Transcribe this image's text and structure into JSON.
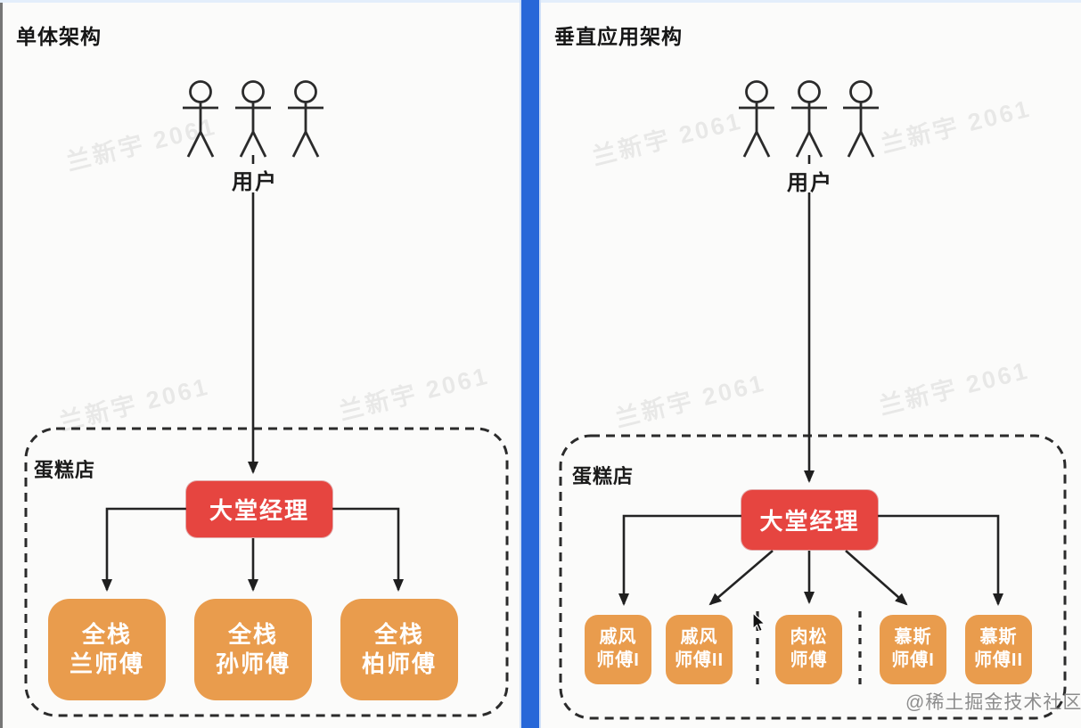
{
  "left_panel": {
    "title": "单体架构",
    "users_label": "用户",
    "container_label": "蛋糕店",
    "manager_label": "大堂经理",
    "workers": [
      {
        "line1": "全栈",
        "line2": "兰师傅"
      },
      {
        "line1": "全栈",
        "line2": "孙师傅"
      },
      {
        "line1": "全栈",
        "line2": "柏师傅"
      }
    ]
  },
  "right_panel": {
    "title": "垂直应用架构",
    "users_label": "用户",
    "container_label": "蛋糕店",
    "manager_label": "大堂经理",
    "workers": [
      {
        "line1": "戚风",
        "line2": "师傅I"
      },
      {
        "line1": "戚风",
        "line2": "师傅II"
      },
      {
        "line1": "肉松",
        "line2": "师傅"
      },
      {
        "line1": "慕斯",
        "line2": "师傅I"
      },
      {
        "line1": "慕斯",
        "line2": "师傅II"
      }
    ]
  },
  "watermarks": {
    "community": "@稀土掘金技术社区",
    "diagonal": "兰新宇 2061"
  },
  "colors": {
    "manager_red": "#e64540",
    "worker_orange": "#e99c4d",
    "divider_blue": "#2767d8"
  }
}
